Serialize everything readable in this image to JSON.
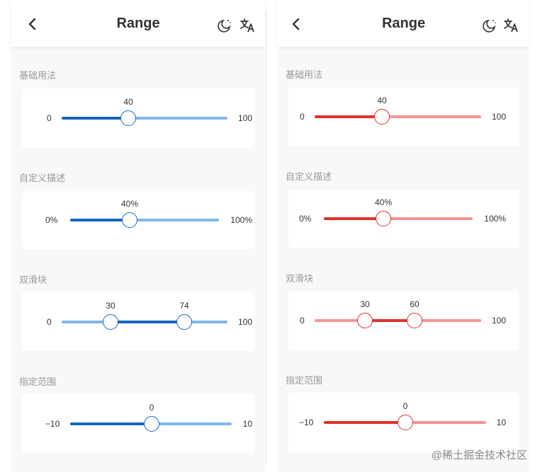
{
  "theme": {
    "blue": {
      "active": "#1565c0",
      "inactive": "#80b7ed"
    },
    "red": {
      "active": "#e0302b",
      "inactive": "#f29595"
    }
  },
  "panels": [
    {
      "id": "blue",
      "title": "Range",
      "sections": [
        {
          "title": "基础用法",
          "min_label": "0",
          "max_label": "100",
          "thumbs": [
            {
              "value": "40"
            }
          ]
        },
        {
          "title": "自定义描述",
          "min_label": "0%",
          "max_label": "100%",
          "thumbs": [
            {
              "value": "40%"
            }
          ]
        },
        {
          "title": "双滑块",
          "min_label": "0",
          "max_label": "100",
          "thumbs": [
            {
              "value": "30"
            },
            {
              "value": "74"
            }
          ]
        },
        {
          "title": "指定范围",
          "min_label": "−10",
          "max_label": "10",
          "thumbs": [
            {
              "value": "0"
            }
          ]
        }
      ]
    },
    {
      "id": "red",
      "title": "Range",
      "sections": [
        {
          "title": "基础用法",
          "min_label": "0",
          "max_label": "100",
          "thumbs": [
            {
              "value": "40"
            }
          ]
        },
        {
          "title": "自定义描述",
          "min_label": "0%",
          "max_label": "100%",
          "thumbs": [
            {
              "value": "40%"
            }
          ]
        },
        {
          "title": "双滑块",
          "min_label": "0",
          "max_label": "100",
          "thumbs": [
            {
              "value": "30"
            },
            {
              "value": "60"
            }
          ]
        },
        {
          "title": "指定范围",
          "min_label": "−10",
          "max_label": "10",
          "thumbs": [
            {
              "value": "0"
            }
          ]
        }
      ]
    }
  ],
  "watermark": "@稀土掘金技术社区"
}
